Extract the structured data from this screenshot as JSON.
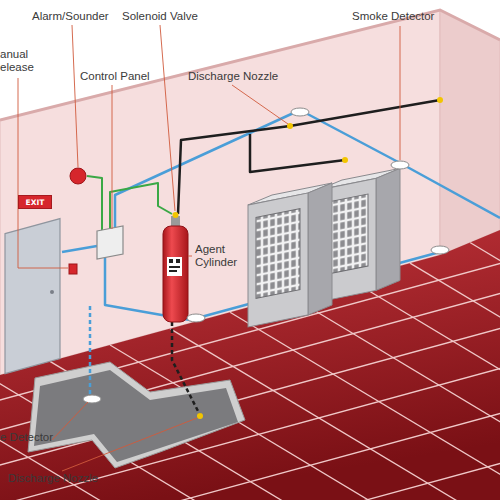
{
  "diagram": {
    "nodes": [
      {
        "text": [
          "EXIT"
        ]
      }
    ],
    "labels": [
      "Alarm/Sounder",
      "Solenoid Valve",
      "Smoke Detector",
      "anual elease",
      "Control Panel",
      "Discharge Nozzle",
      "Agent Cylinder",
      "e Detector",
      "Discharge Nozzle"
    ]
  }
}
